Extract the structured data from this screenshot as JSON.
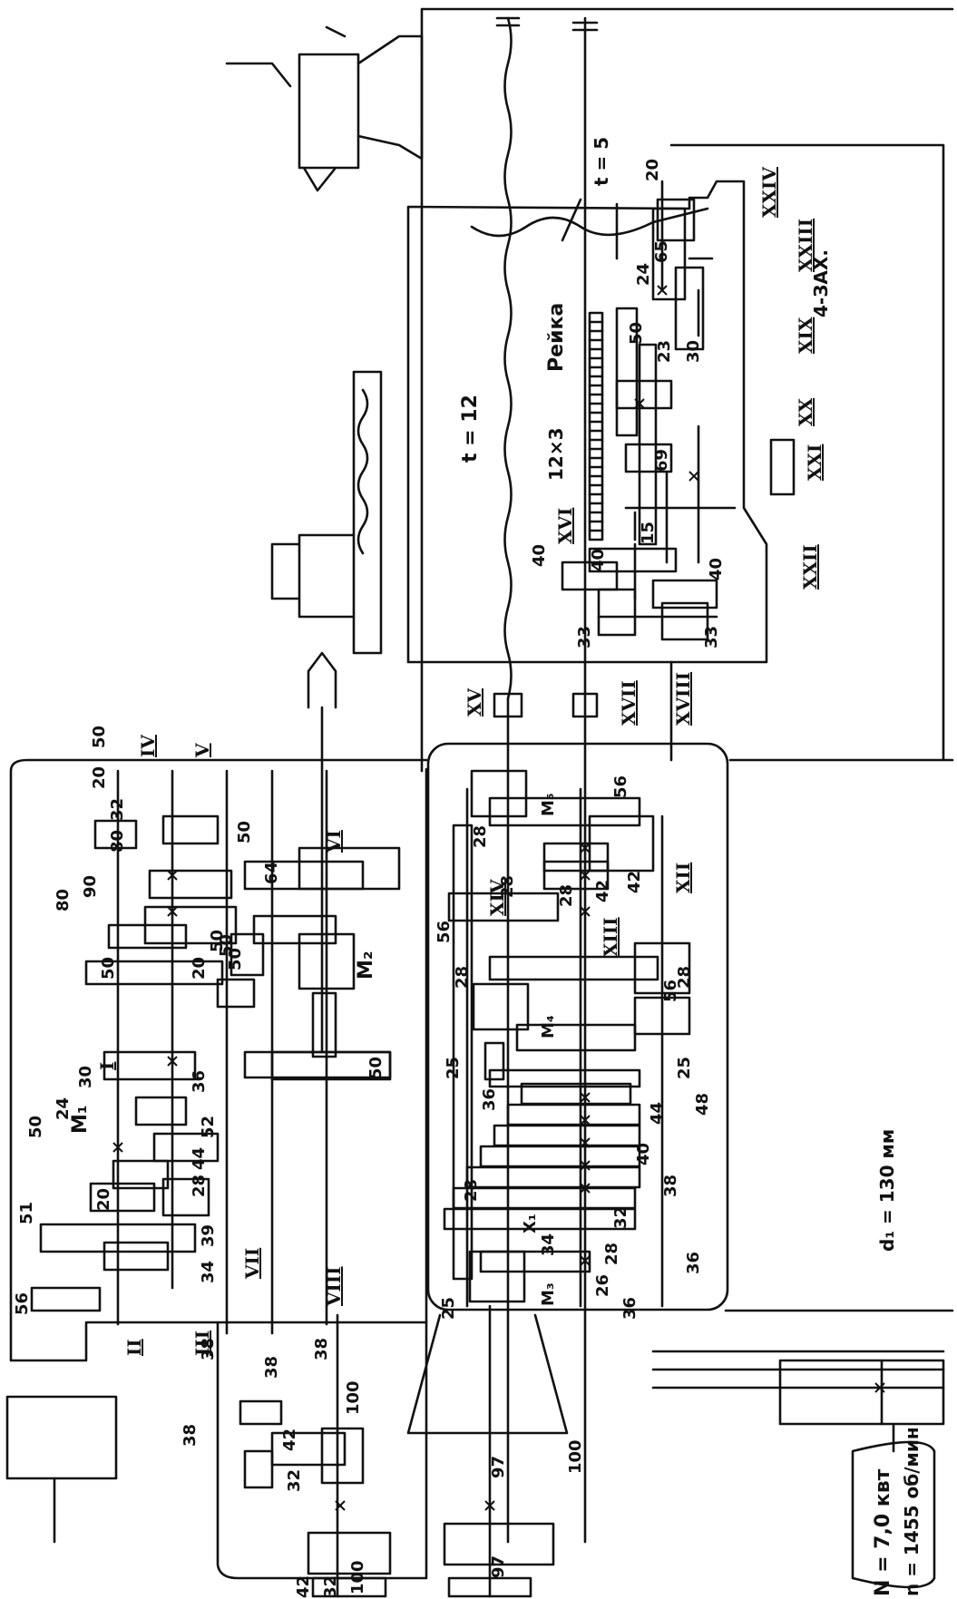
{
  "labels": {
    "motor_power": "N = 7,0 квт",
    "motor_speed": "n = 1455 об/мин",
    "pulley_diameter": "d₁ = 130 мм",
    "rack": "Рейка",
    "rack_gear": "12×3",
    "feed_screw_pitch": "t = 12",
    "cross_screw_pitch": "t = 5",
    "four_start": "4-ЗАХ.",
    "clutch_m1": "M₁",
    "clutch_m2": "M₂",
    "clutch_m3": "M₃",
    "clutch_m4": "M₄",
    "clutch_m5": "M₅",
    "clutch_k1": "Х₁"
  },
  "shafts": [
    "I",
    "II",
    "III",
    "IV",
    "V",
    "VI",
    "VII",
    "VIII",
    "XII",
    "XIII",
    "XIV",
    "XV",
    "XVI",
    "XVII",
    "XVIII",
    "XIX",
    "XX",
    "XXI",
    "XXII",
    "XXIII",
    "XXIV"
  ],
  "gears": {
    "pulley": [
      "100",
      "42",
      "32",
      "32",
      "42",
      "100",
      "97",
      "97",
      "100"
    ],
    "change": [
      "38",
      "38",
      "38",
      "38"
    ],
    "spindle_head": [
      "56",
      "51",
      "50",
      "24",
      "30",
      "20",
      "34",
      "39",
      "28",
      "44",
      "52",
      "36",
      "50",
      "80",
      "90",
      "20",
      "50",
      "50",
      "32",
      "80",
      "20",
      "50",
      "50",
      "64",
      "50",
      "50"
    ],
    "feed_box": [
      "25",
      "36",
      "28",
      "34",
      "26",
      "28",
      "32",
      "36",
      "38",
      "40",
      "44",
      "48",
      "25",
      "36",
      "25",
      "56",
      "28",
      "28",
      "56",
      "28",
      "42",
      "42",
      "28",
      "56",
      "28"
    ],
    "apron": [
      "40",
      "40",
      "33",
      "33",
      "40",
      "15",
      "69",
      "23",
      "50",
      "24",
      "65",
      "20",
      "30"
    ]
  }
}
